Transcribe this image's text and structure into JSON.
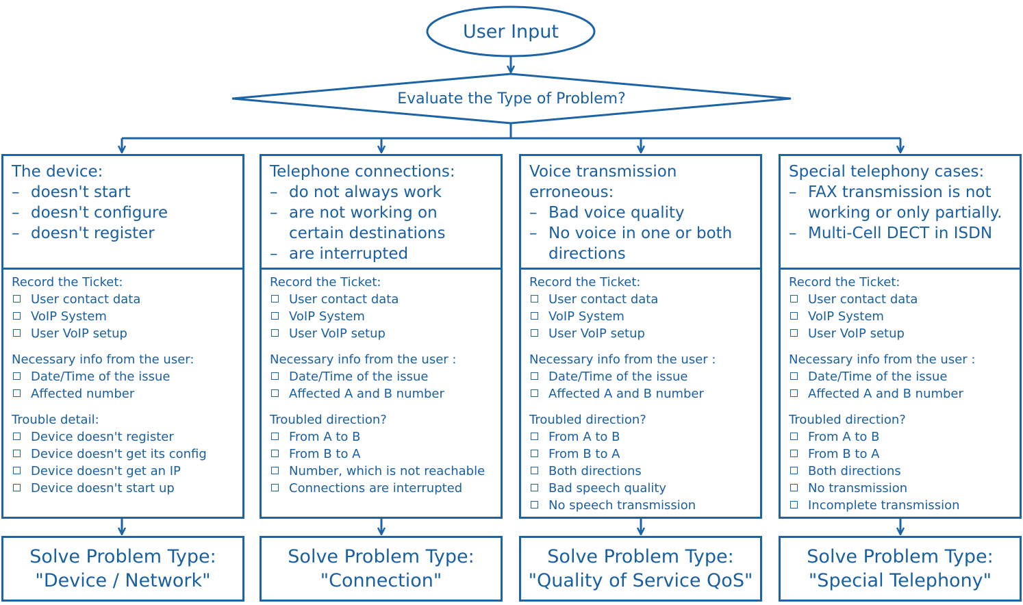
{
  "start_node": "User Input",
  "decision_node": "Evaluate the Type of Problem?",
  "columns": [
    {
      "heading": "The device:",
      "items": [
        "doesn't start",
        "doesn't configure",
        "doesn't register"
      ],
      "sections": [
        {
          "title": "Record the Ticket:",
          "items": [
            "User contact data",
            "VoIP System",
            "User VoIP setup"
          ]
        },
        {
          "title": "Necessary info from the user:",
          "items": [
            "Date/Time of the issue",
            "Affected number"
          ]
        },
        {
          "title": "Trouble detail:",
          "items": [
            "Device doesn't register",
            "Device doesn't get its config",
            "Device doesn't get an IP",
            "Device doesn't start up"
          ]
        }
      ],
      "solve_line1": "Solve Problem Type:",
      "solve_line2": "\"Device / Network\""
    },
    {
      "heading": "Telephone connections:",
      "items": [
        "do not always work",
        "are not working on certain destinations",
        "are interrupted"
      ],
      "sections": [
        {
          "title": "Record the Ticket:",
          "items": [
            "User contact data",
            "VoIP System",
            "User VoIP setup"
          ]
        },
        {
          "title": "Necessary info from the user :",
          "items": [
            "Date/Time of the issue",
            "Affected A and B number"
          ]
        },
        {
          "title": "Troubled direction?",
          "items": [
            "From A to B",
            "From B to A",
            "Number, which is not reachable",
            "Connections are interrupted"
          ]
        }
      ],
      "solve_line1": "Solve Problem Type:",
      "solve_line2": "\"Connection\""
    },
    {
      "heading": "Voice transmission erroneous:",
      "items": [
        "Bad voice quality",
        "No voice in one or both directions"
      ],
      "sections": [
        {
          "title": "Record the Ticket:",
          "items": [
            "User contact data",
            "VoIP System",
            "User VoIP setup"
          ]
        },
        {
          "title": "Necessary info from the user :",
          "items": [
            "Date/Time of the issue",
            "Affected A and B number"
          ]
        },
        {
          "title": "Troubled direction?",
          "items": [
            "From A to B",
            "From B to A",
            "Both directions",
            "Bad speech quality",
            "No speech transmission"
          ]
        }
      ],
      "solve_line1": "Solve Problem Type:",
      "solve_line2": "\"Quality of Service QoS\""
    },
    {
      "heading": "Special telephony cases:",
      "items": [
        "FAX transmission is not working or only partially.",
        "Multi-Cell DECT in ISDN"
      ],
      "sections": [
        {
          "title": "Record the Ticket:",
          "items": [
            "User contact data",
            "VoIP System",
            "User VoIP setup"
          ]
        },
        {
          "title": "Necessary info from the user :",
          "items": [
            "Date/Time of the issue",
            "Affected A and B number"
          ]
        },
        {
          "title": "Troubled direction?",
          "items": [
            "From A to B",
            "From B to A",
            "Both directions",
            "No transmission",
            "Incomplete transmission"
          ]
        }
      ],
      "solve_line1": "Solve Problem Type:",
      "solve_line2": "\"Special Telephony\""
    }
  ]
}
